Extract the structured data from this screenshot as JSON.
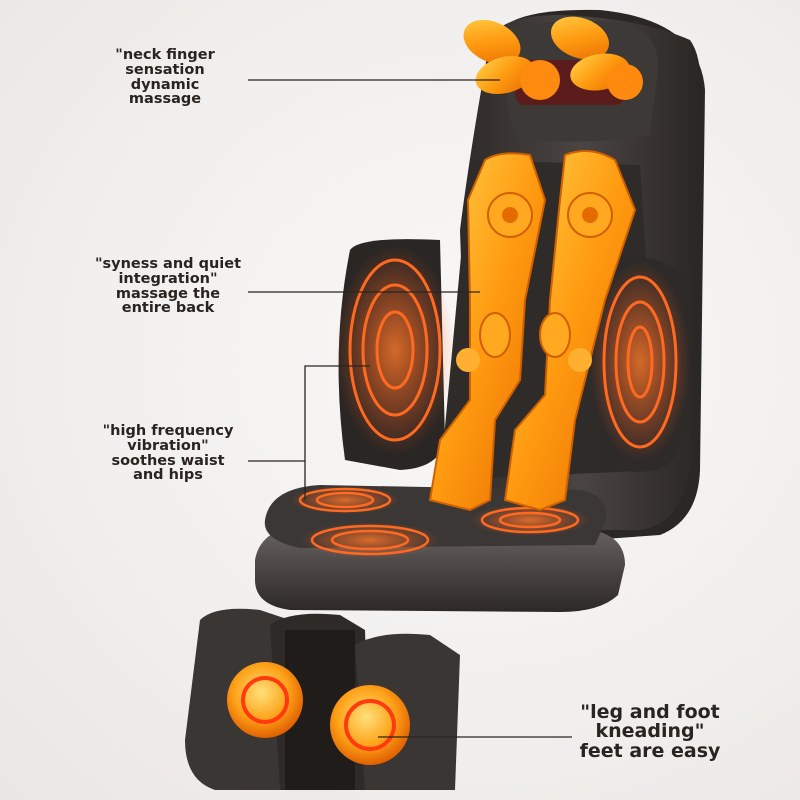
{
  "callouts": {
    "neck": {
      "lines": [
        "\"neck finger",
        "sensation",
        "dynamic",
        "massage"
      ]
    },
    "back": {
      "lines": [
        "\"syness and quiet",
        "integration\"",
        "massage the",
        "entire back"
      ]
    },
    "waist": {
      "lines": [
        "\"high frequency",
        "vibration\"",
        "soothes waist",
        "and hips"
      ]
    },
    "legs": {
      "lines": [
        "\"leg and foot",
        "kneading\"",
        "feet are easy"
      ]
    }
  },
  "colors": {
    "background": "#f2f0ee",
    "seat_dark": "#3a3634",
    "massage_orange": "#ff8c00",
    "heat_red": "#e8471c",
    "text": "#2a2420"
  },
  "icons": [
    "massage-chair-illustration",
    "neck-roller-icon",
    "back-roller-icon",
    "heat-pad-icon",
    "leg-kneading-roller-icon"
  ]
}
